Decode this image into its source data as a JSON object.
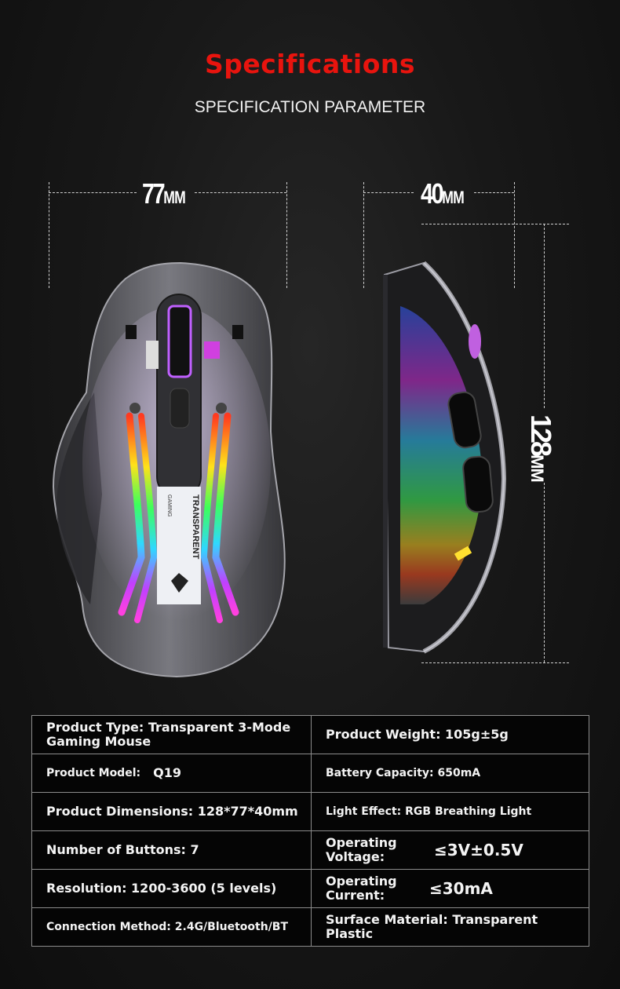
{
  "header": {
    "title": "Specifications",
    "subtitle": "SPECIFICATION PARAMETER",
    "title_color": "#e8140e"
  },
  "dimensions": {
    "width": {
      "value": "77",
      "unit": "MM"
    },
    "depth": {
      "value": "40",
      "unit": "MM"
    },
    "length": {
      "value": "128",
      "unit": "MM"
    }
  },
  "images": {
    "top_view": "transparent-rgb-gaming-mouse-top-view",
    "side_view": "transparent-rgb-gaming-mouse-side-view",
    "label_text": "TRANSPARENT",
    "label_sub": "GAMING"
  },
  "specs": {
    "rows": [
      {
        "left": {
          "text": "Product Type: Transparent 3-Mode Gaming Mouse"
        },
        "right": {
          "text": "Product Weight: 105g±5g"
        }
      },
      {
        "left": {
          "label": "Product Model:",
          "value": "Q19"
        },
        "right": {
          "text": "Battery Capacity: 650mA"
        }
      },
      {
        "left": {
          "text": "Product Dimensions: 128*77*40mm"
        },
        "right": {
          "text": "Light Effect: RGB Breathing Light"
        }
      },
      {
        "left": {
          "text": "Number of Buttons: 7"
        },
        "right": {
          "label": "Operating Voltage:",
          "value": "≤3V±0.5V"
        }
      },
      {
        "left": {
          "text": "Resolution: 1200-3600 (5 levels)"
        },
        "right": {
          "label": "Operating Current:",
          "value": "≤30mA"
        }
      },
      {
        "left": {
          "text": "Connection Method: 2.4G/Bluetooth/BT"
        },
        "right": {
          "text": "Surface Material: Transparent Plastic"
        }
      }
    ]
  }
}
